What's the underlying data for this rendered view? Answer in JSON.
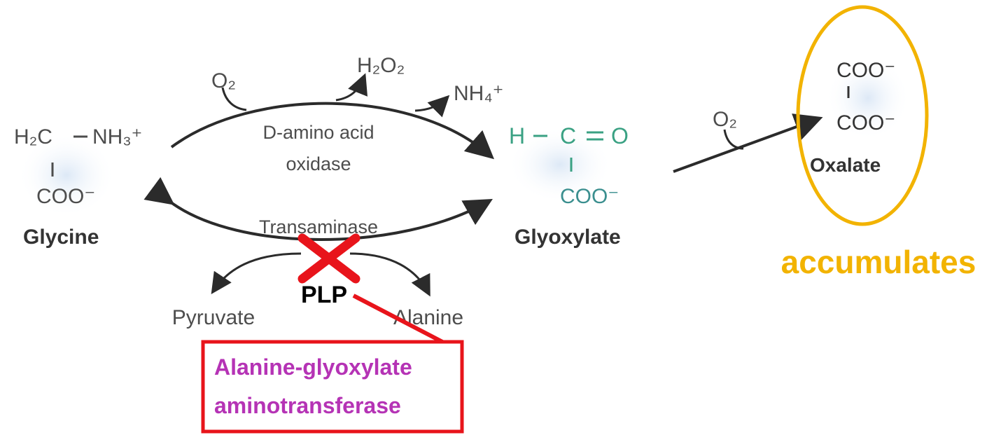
{
  "glycine": {
    "h2c": "H₂C",
    "nh3": "NH₃⁺",
    "coo": "COO⁻",
    "name": "Glycine"
  },
  "oxidase": {
    "o2": "O₂",
    "h2o2": "H₂O₂",
    "nh4": "NH₄⁺",
    "line1": "D-amino acid",
    "line2": "oxidase"
  },
  "glyoxylate": {
    "top": "H",
    "c": "C",
    "o": "O",
    "coo": "COO⁻",
    "name": "Glyoxylate"
  },
  "transaminase": {
    "label": "Transaminase",
    "cofactor": "PLP",
    "pyruvate": "Pyruvate",
    "alanine": "Alanine"
  },
  "oxalate_step": {
    "o2": "O₂"
  },
  "oxalate": {
    "coo_top": "COO⁻",
    "coo_bottom": "COO⁻",
    "name": "Oxalate",
    "status": "accumulates"
  },
  "enzyme_box": {
    "line1": "Alanine-glyoxylate",
    "line2": "aminotransferase"
  },
  "colors": {
    "block": "#e8141b",
    "highlight": "#f2b300",
    "enzyme_text": "#b533b5",
    "glyoxylate": "#3aa183",
    "arrows": "#2b2b2b"
  }
}
